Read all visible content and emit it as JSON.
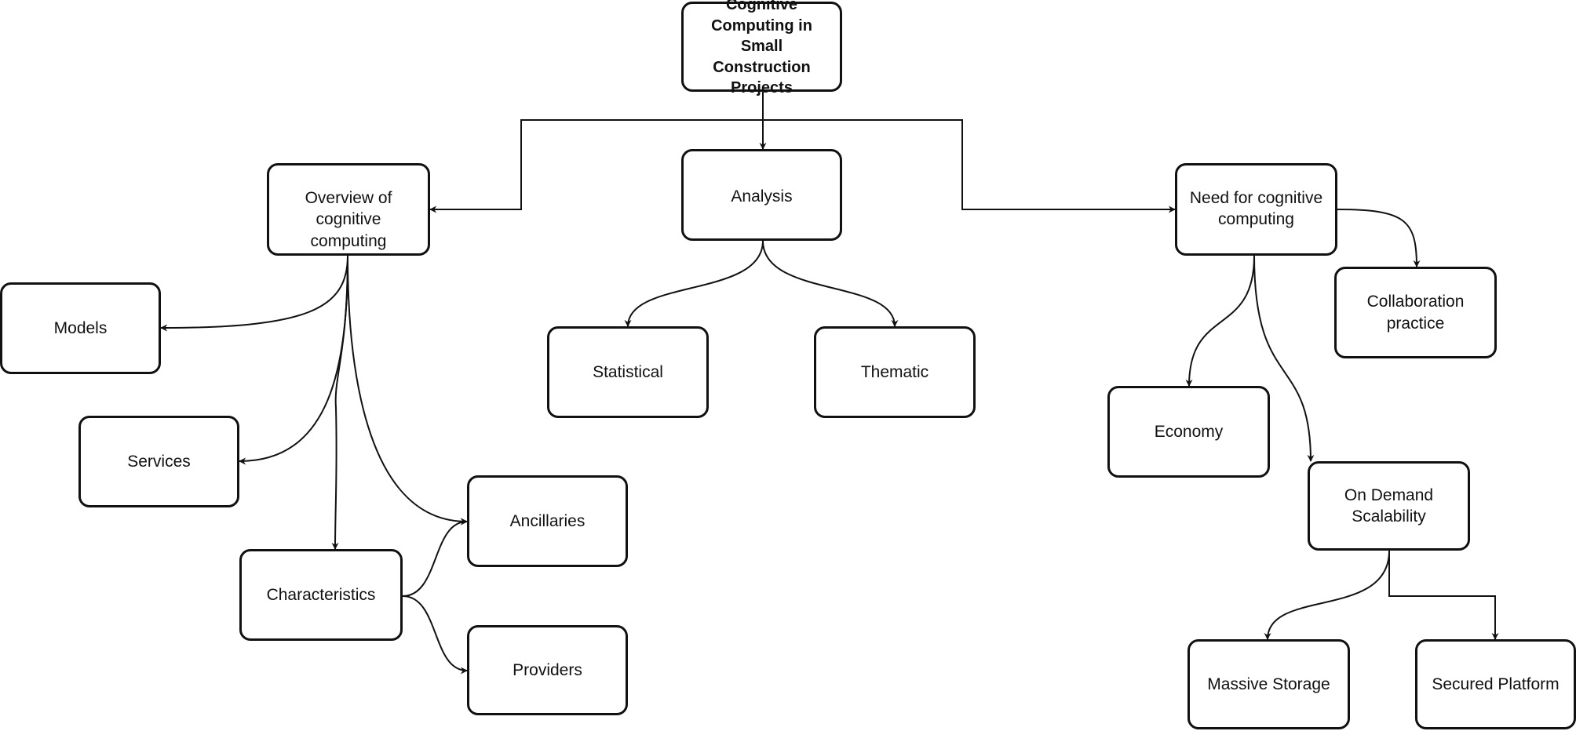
{
  "diagram": {
    "nodes": {
      "root": "Cognitive\nComputing in Small\nConstruction\nProjects",
      "overview": "Overview of cognitive\ncomputing",
      "analysis": "Analysis",
      "need": "Need for cognitive\ncomputing",
      "models": "Models",
      "services": "Services",
      "characteristics": "Characteristics",
      "ancillaries": "Ancillaries",
      "providers": "Providers",
      "statistical": "Statistical",
      "thematic": "Thematic",
      "collaboration": "Collaboration practice",
      "economy": "Economy",
      "on_demand": "On Demand\nScalability",
      "massive_storage": "Massive Storage",
      "secured_platform": "Secured Platform"
    },
    "edges": [
      [
        "root",
        "overview"
      ],
      [
        "root",
        "analysis"
      ],
      [
        "root",
        "need"
      ],
      [
        "overview",
        "models"
      ],
      [
        "overview",
        "services"
      ],
      [
        "overview",
        "characteristics"
      ],
      [
        "overview",
        "ancillaries"
      ],
      [
        "characteristics",
        "ancillaries"
      ],
      [
        "characteristics",
        "providers"
      ],
      [
        "analysis",
        "statistical"
      ],
      [
        "analysis",
        "thematic"
      ],
      [
        "need",
        "collaboration"
      ],
      [
        "need",
        "economy"
      ],
      [
        "need",
        "on_demand"
      ],
      [
        "on_demand",
        "massive_storage"
      ],
      [
        "on_demand",
        "secured_platform"
      ]
    ]
  }
}
